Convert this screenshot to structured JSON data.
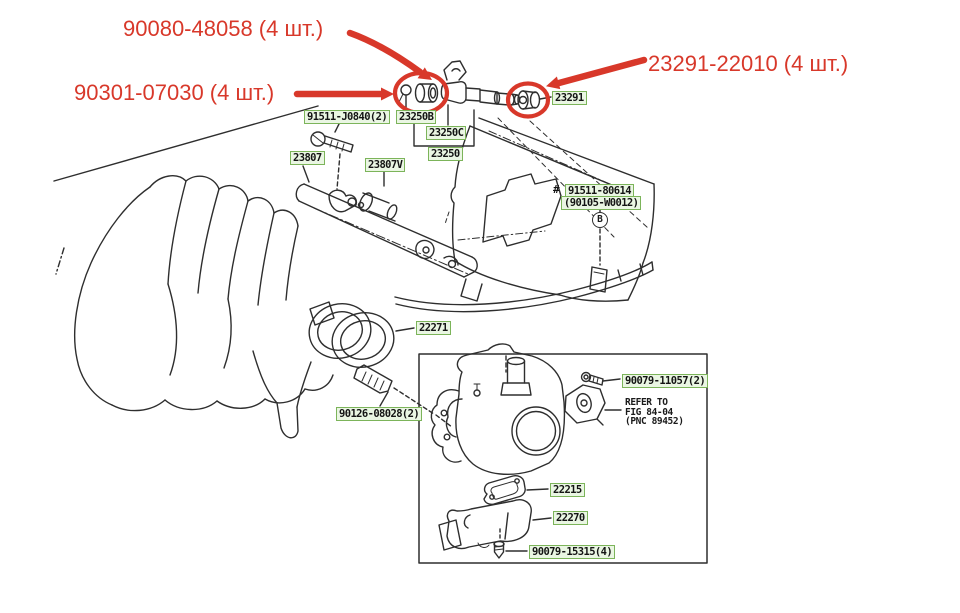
{
  "red_annotations": {
    "top": "90080-48058 (4 шт.)",
    "left": "90301-07030 (4 шт.)",
    "right": "23291-22010 (4 шт.)"
  },
  "part_labels": {
    "rail_bolt": "91511-J0840(2)",
    "injector_grommet_upper": "23250B",
    "injector_oring": "23250C",
    "injector": "23250",
    "injector_grommet_lower": "23291",
    "fuel_rail": "23807",
    "fuel_pulsation_damper": "23807V",
    "pipe_clamp_hash": "#",
    "pipe_clamp": "91511-80614",
    "pipe_clamp_alt": "(90105-W0012)",
    "clamp_position_marker": "B",
    "throttle_gasket": "22271",
    "manifold_stud": "90126-08028(2)",
    "tps_bolt": "90079-11057(2)",
    "iac_gasket": "22215",
    "iac_valve": "22270",
    "iac_screw": "90079-15315(4)"
  },
  "refer_note": {
    "line1": "REFER TO",
    "line2": "FIG 84-04",
    "line3": "(PNC 89452)"
  },
  "colors": {
    "annotation_red": "#d8382a",
    "label_border_green": "#7cb45a",
    "label_bg_green": "#eaf6e3",
    "line_ink": "#2e2e2e"
  }
}
